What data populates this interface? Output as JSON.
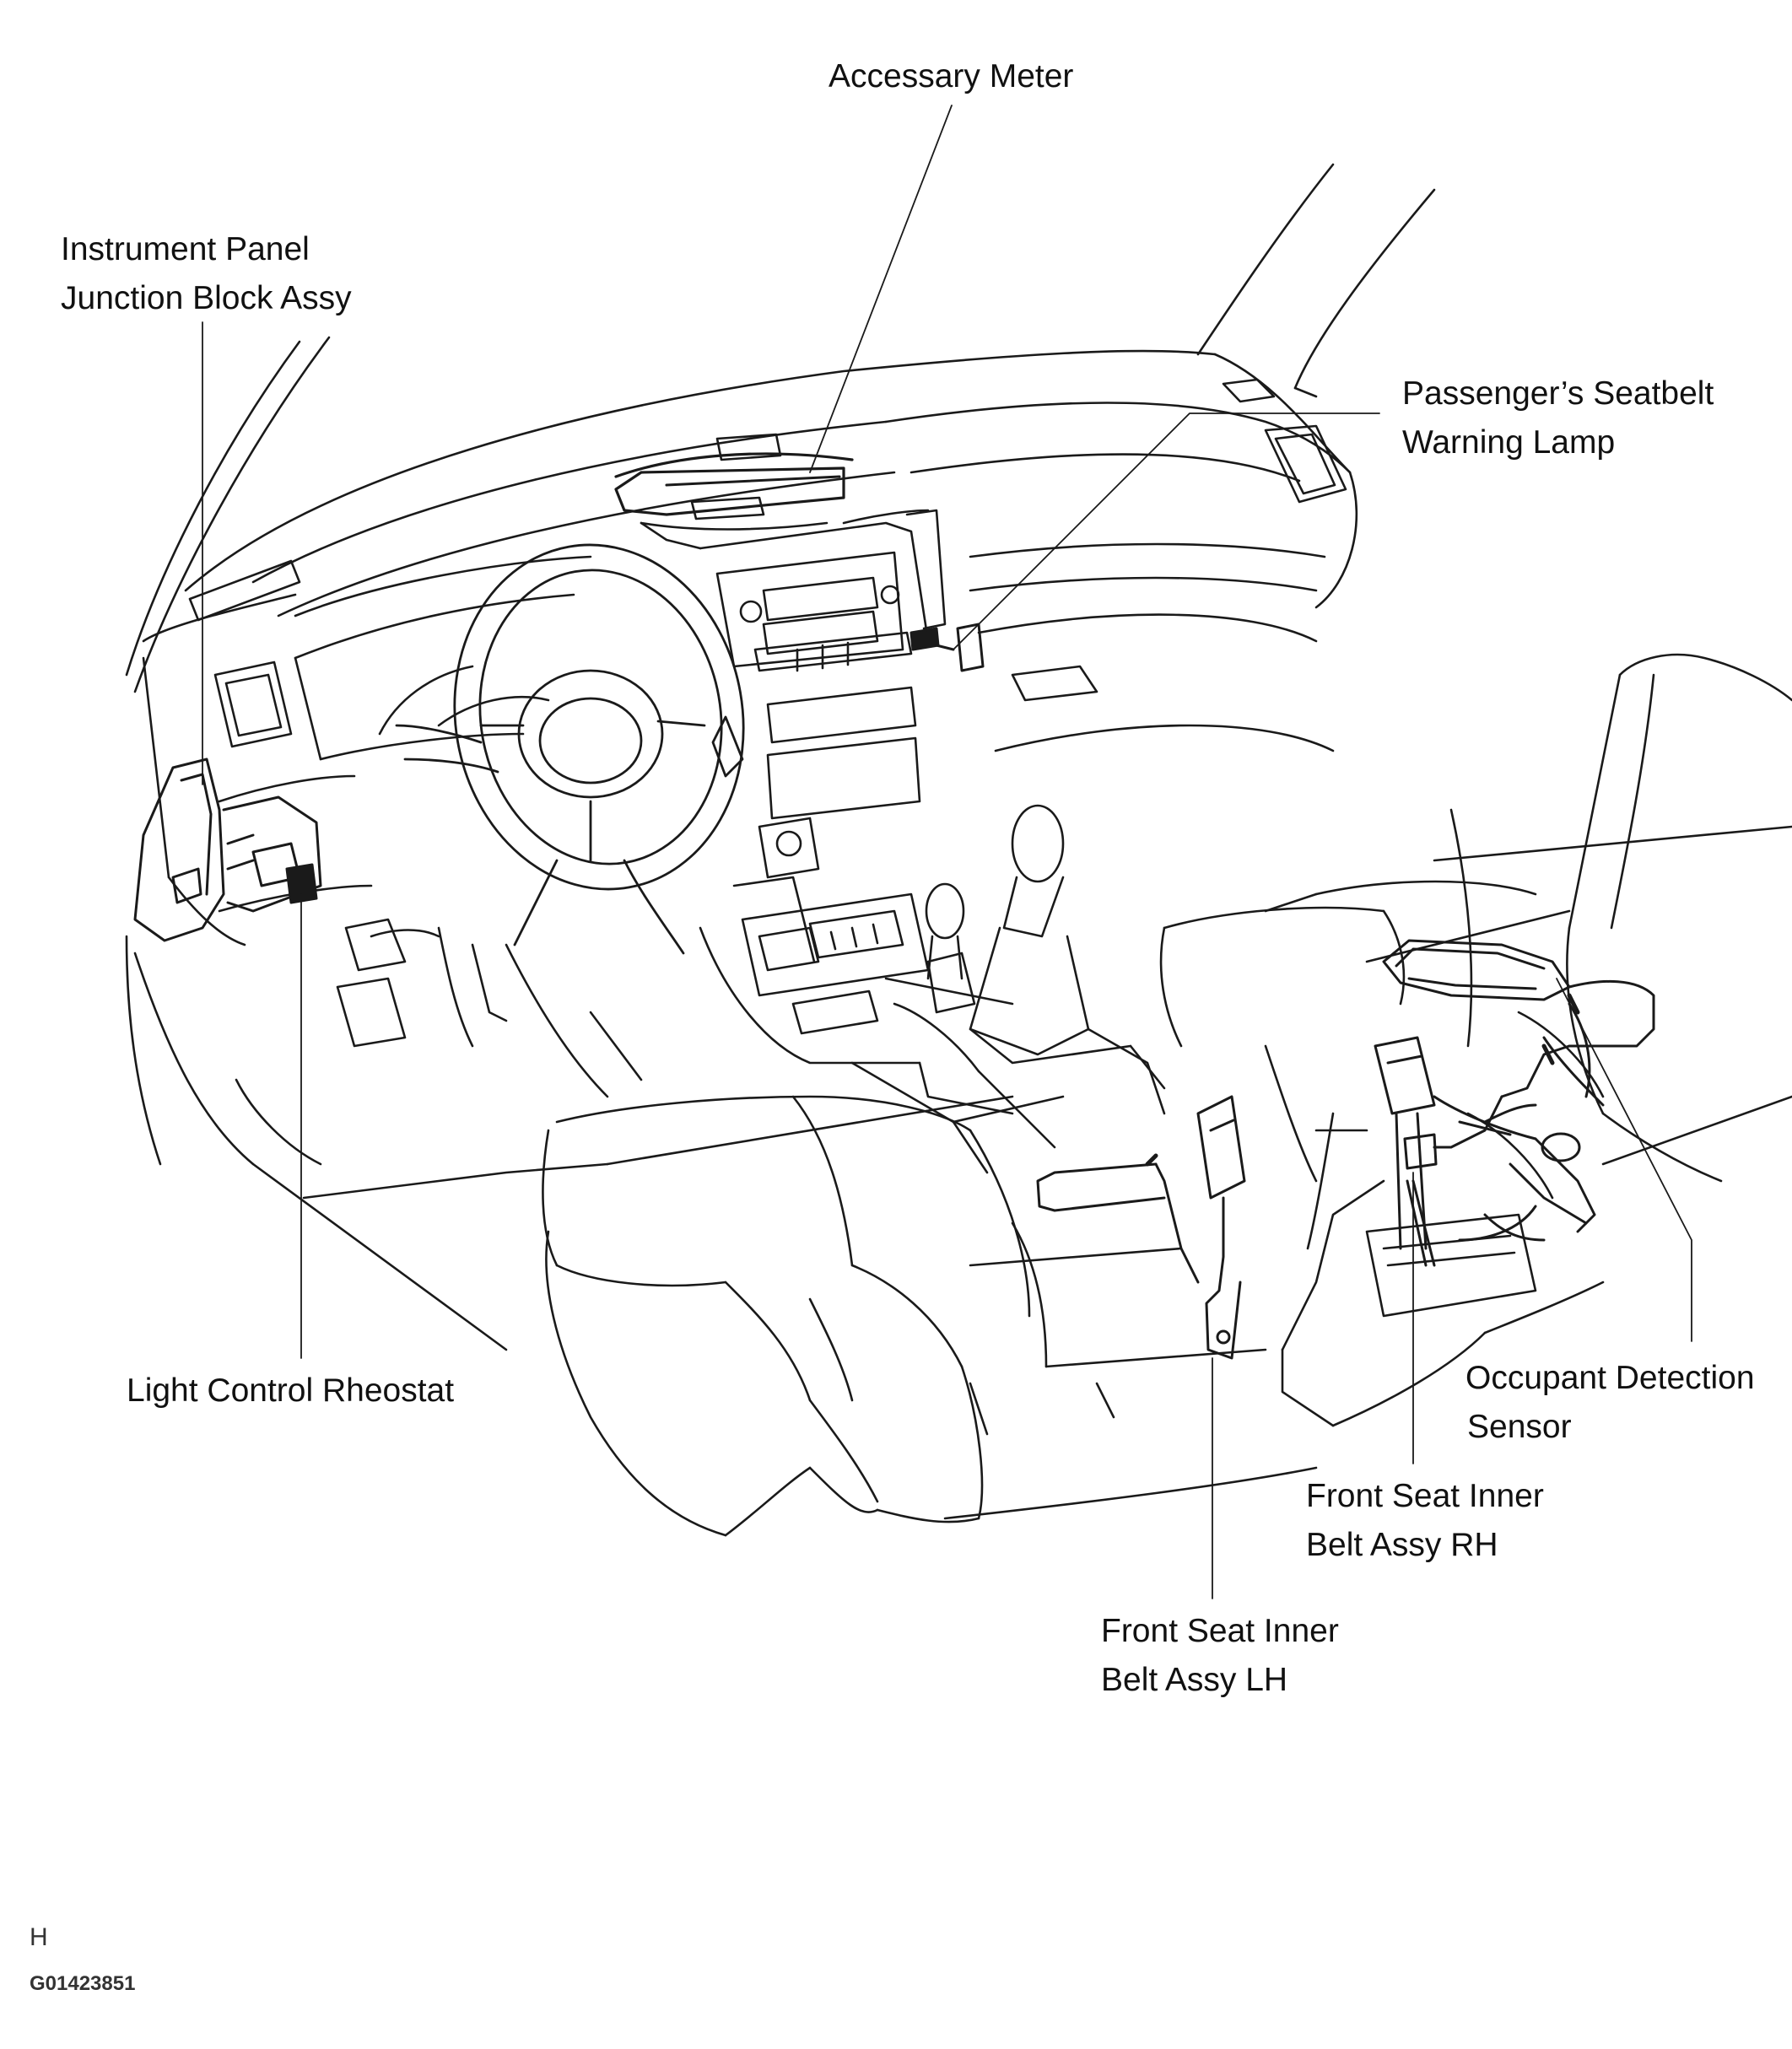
{
  "labels": {
    "accessary_meter": "Accessary Meter",
    "instrument_panel_jb": [
      "Instrument Panel",
      "Junction Block Assy"
    ],
    "passenger_seatbelt_lamp": [
      "Passenger’s Seatbelt",
      "Warning Lamp"
    ],
    "light_control_rheostat": "Light Control Rheostat",
    "occupant_detection_sensor": [
      "Occupant Detection",
      "Sensor"
    ],
    "front_seat_inner_belt_rh": [
      "Front Seat Inner",
      "Belt Assy RH"
    ],
    "front_seat_inner_belt_lh": [
      "Front Seat Inner",
      "Belt Assy LH"
    ]
  },
  "footer": {
    "page_mark": "H",
    "figure_code": "G01423851"
  }
}
